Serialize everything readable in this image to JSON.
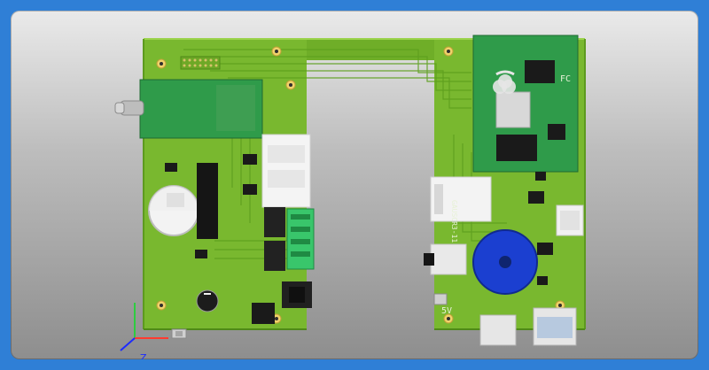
{
  "labels": {
    "axis_z": "Z",
    "pi_logo_text": "FC",
    "silkscreen_1": "GAUSCR3-11",
    "silkscreen_2": "5V"
  },
  "colors": {
    "background_top": "#eaeaea",
    "background_bottom": "#8e8e8e",
    "pcb": "#7bbb2f",
    "pcb_dark": "#5b9a1f",
    "module_green": "#2f9b4a",
    "connector_green": "#39c66b",
    "buzzer_blue": "#1b3fd0"
  },
  "icons": {
    "axis": "xyz-axis-icon",
    "logo": "raspberry-pi-logo-icon"
  }
}
